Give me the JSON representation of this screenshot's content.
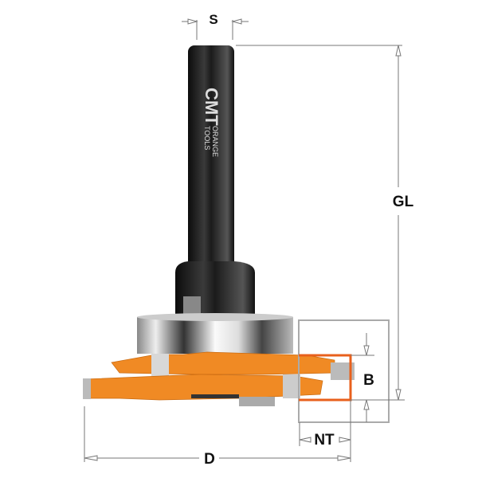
{
  "labels": {
    "shank_diameter": "S",
    "overall_length": "GL",
    "cutting_height": "B",
    "cutting_depth": "NT",
    "diameter": "D"
  },
  "logo": {
    "brand": "CMT",
    "line1": "ORANGE",
    "line2": "TOOLS"
  },
  "colors": {
    "cutter": "#f08a24",
    "shank": "#1a1a1a",
    "dimension_lines": "#777777",
    "slot_outline": "#e8601c"
  }
}
